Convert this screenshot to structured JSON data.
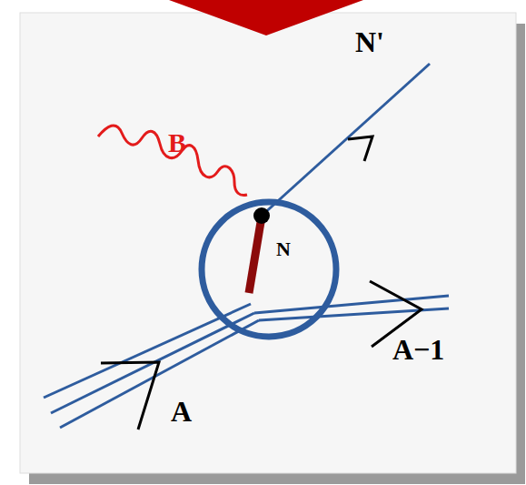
{
  "diagram": {
    "nodes": [
      {
        "text": [
          "N"
        ]
      }
    ],
    "labels": [
      "N'",
      "B",
      "A",
      "A−1"
    ]
  }
}
